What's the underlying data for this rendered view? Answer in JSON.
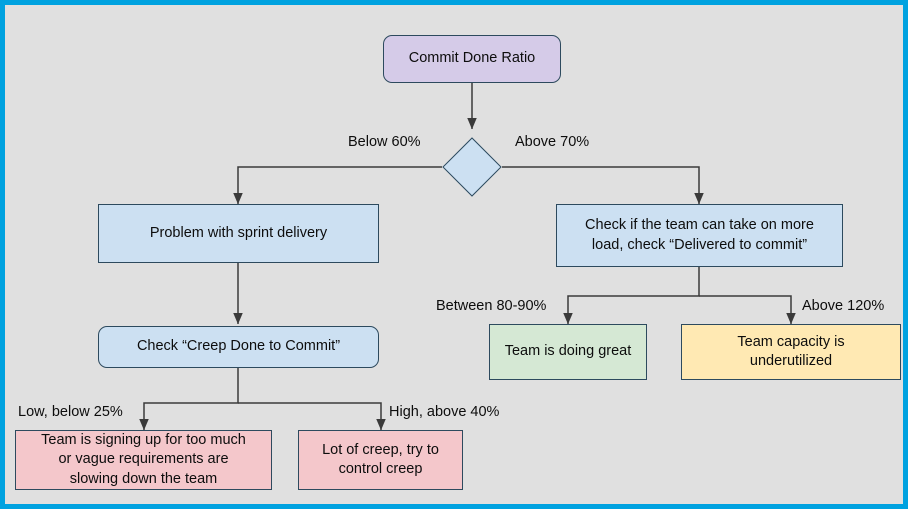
{
  "diagram": {
    "title": "Commit Done Ratio decision flowchart",
    "background_color": "#e0e0e0",
    "frame_color": "#00a2e0",
    "edge_color": "#3a3a3a",
    "border_color": "#2d4a5e"
  },
  "nodes": {
    "root": {
      "label": "Commit Done Ratio",
      "fill": "#d5cbe8",
      "shape": "rounded-rect"
    },
    "decision": {
      "label": "",
      "fill": "#cce0f2",
      "shape": "diamond"
    },
    "problem_sprint": {
      "label": "Problem with sprint delivery",
      "fill": "#cce0f2",
      "shape": "rect"
    },
    "check_more_load": {
      "label": "Check if the team can take on more\nload, check “Delivered to commit”",
      "fill": "#cce0f2",
      "shape": "rect"
    },
    "check_creep": {
      "label": "Check “Creep Done to Commit”",
      "fill": "#cce0f2",
      "shape": "rounded-rect"
    },
    "team_doing_great": {
      "label": "Team is doing great",
      "fill": "#d5e8d4",
      "shape": "rect"
    },
    "capacity_underutilized": {
      "label": "Team capacity is\nunderutilized",
      "fill": "#ffe9b3",
      "shape": "rect"
    },
    "signing_too_much": {
      "label": "Team is signing up for too much\nor vague requirements are\nslowing down the team",
      "fill": "#f4c7cb",
      "shape": "rect"
    },
    "lot_of_creep": {
      "label": "Lot of creep, try to\ncontrol creep",
      "fill": "#f4c7cb",
      "shape": "rect"
    }
  },
  "edge_labels": {
    "below_60": "Below 60%",
    "above_70": "Above 70%",
    "between_80_90": "Between 80-90%",
    "above_120": "Above 120%",
    "low_below_25": "Low, below 25%",
    "high_above_40": "High, above 40%"
  }
}
